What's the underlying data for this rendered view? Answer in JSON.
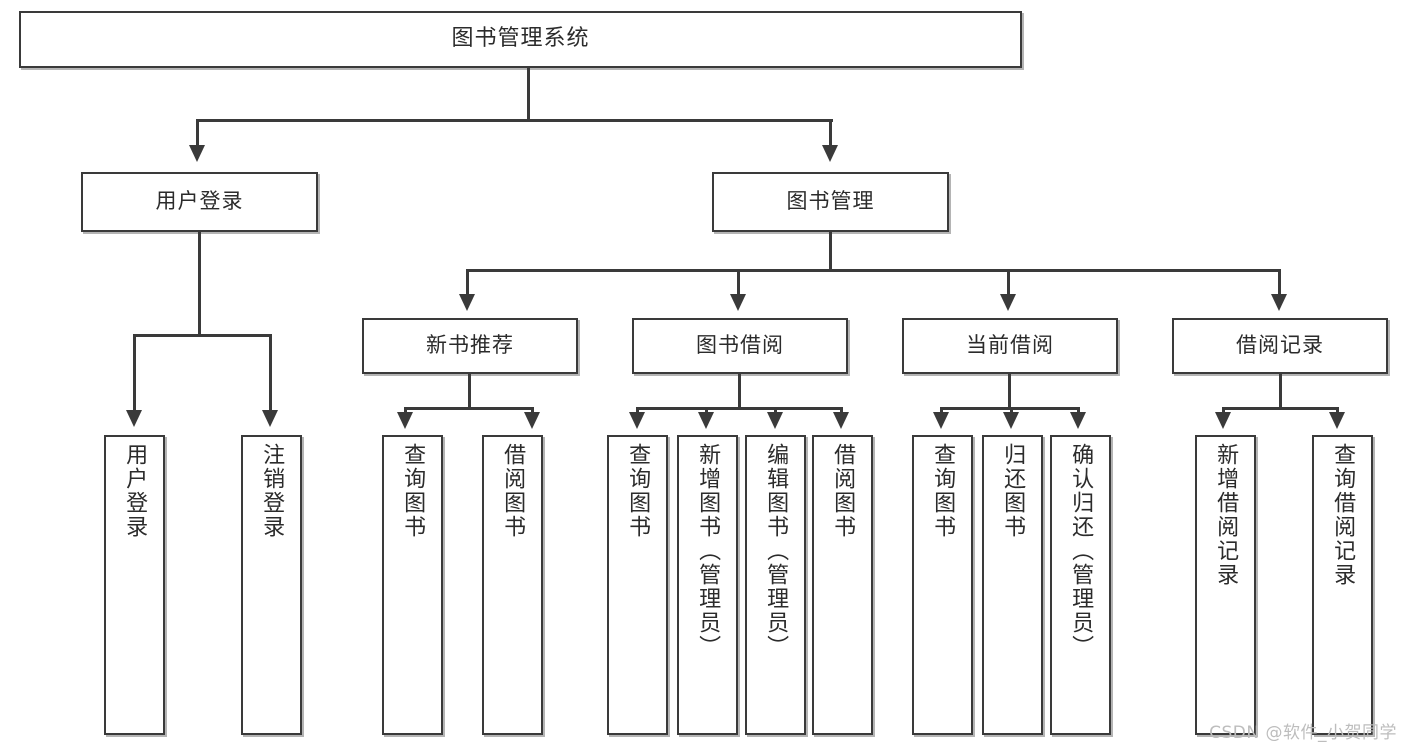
{
  "diagram": {
    "title": "图书管理系统",
    "type": "tree",
    "root": {
      "label": "图书管理系统"
    },
    "level1": [
      {
        "label": "用户登录"
      },
      {
        "label": "图书管理"
      }
    ],
    "level2": [
      {
        "label": "新书推荐"
      },
      {
        "label": "图书借阅"
      },
      {
        "label": "当前借阅"
      },
      {
        "label": "借阅记录"
      }
    ],
    "leaves": {
      "user_login": [
        {
          "label": "用户登录"
        },
        {
          "label": "注销登录"
        }
      ],
      "new_book_recommend": [
        {
          "label": "查询图书"
        },
        {
          "label": "借阅图书"
        }
      ],
      "book_borrow": [
        {
          "label": "查询图书"
        },
        {
          "label": "新增图书（管理员）"
        },
        {
          "label": "编辑图书（管理员）"
        },
        {
          "label": "借阅图书"
        }
      ],
      "current_borrow": [
        {
          "label": "查询图书"
        },
        {
          "label": "归还图书"
        },
        {
          "label": "确认归还（管理员）"
        }
      ],
      "borrow_record": [
        {
          "label": "新增借阅记录"
        },
        {
          "label": "查询借阅记录"
        }
      ]
    }
  },
  "watermark": {
    "text": "CSDN @软件_小贺同学"
  },
  "colors": {
    "background": "#ffffff",
    "border": "#3a3a3a",
    "text": "#2b2b2b",
    "watermark": "#bdbdbd"
  }
}
